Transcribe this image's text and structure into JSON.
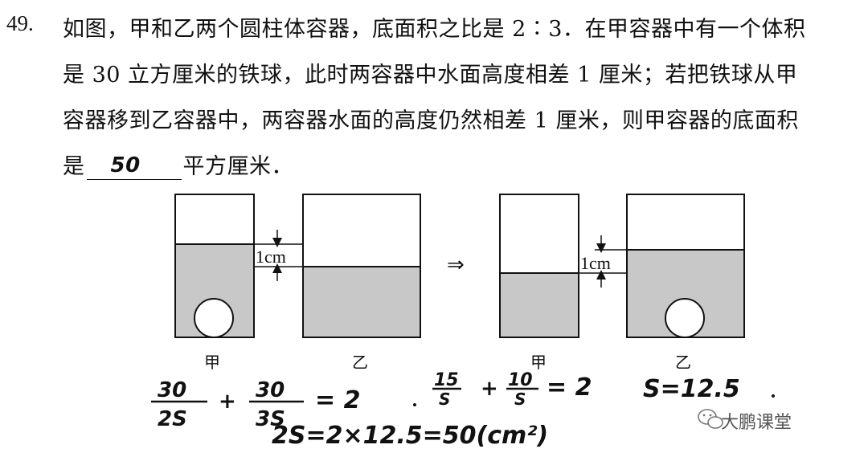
{
  "question": {
    "number": "49.",
    "line1": "如图，甲和乙两个圆柱体容器，底面积之比是 2∶3．在甲容器中有一个体积",
    "line2": "是 30 立方厘米的铁球，此时两容器中水面高度相差 1 厘米；若把铁球从甲",
    "line3": "容器移到乙容器中，两容器水面的高度仍然相差 1 厘米，则甲容器的底面积",
    "line4_prefix": "是",
    "line4_suffix": "平方厘米．",
    "answer": "50"
  },
  "figure": {
    "left_label_jia": "甲",
    "left_label_yi": "乙",
    "right_label_jia": "甲",
    "right_label_yi": "乙",
    "gap_label_left": "1cm",
    "gap_label_right": "1cm",
    "arrow": "⇒",
    "water_color": "#c8c8c8",
    "line_color": "#111111"
  },
  "handwriting": {
    "eq1_a_num": "30",
    "eq1_a_den": "2S",
    "eq1_plus": "+",
    "eq1_b_num": "30",
    "eq1_b_den": "3S",
    "eq1_rhs": "= 2",
    "eq2_a_num": "15",
    "eq2_a_den": "S",
    "eq2_plus": "+",
    "eq2_b_num": "10",
    "eq2_b_den": "S",
    "eq2_rhs": "= 2",
    "eq3": "S=12.5",
    "eq4": "2S=2×12.5=50(cm²)"
  },
  "watermark": {
    "text": "大鹏课堂",
    "icon": "wechat-icon"
  }
}
